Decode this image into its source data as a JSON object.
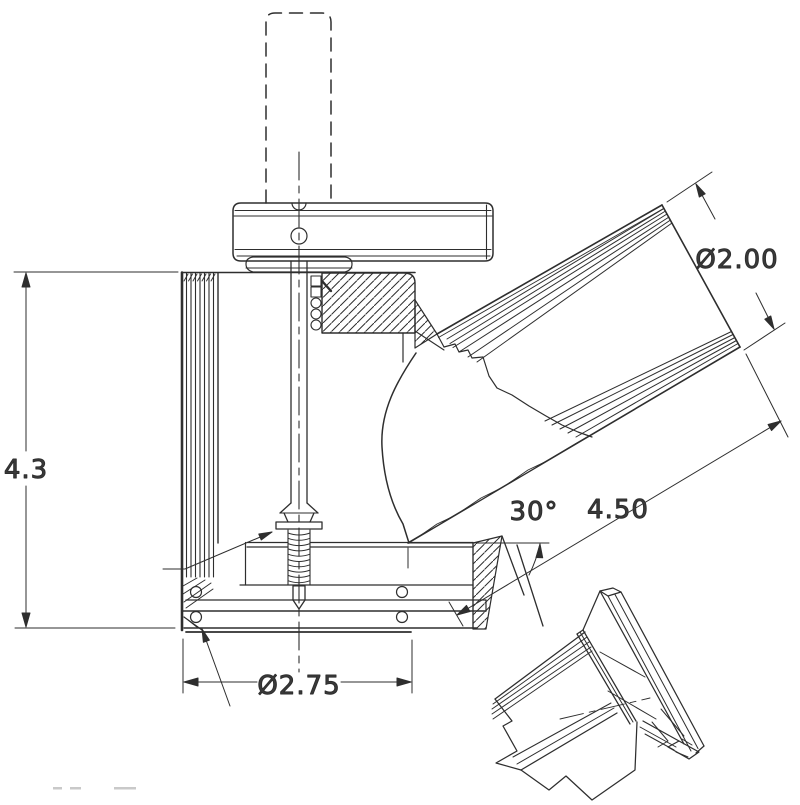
{
  "document": {
    "background_color": "#ffffff",
    "line_color": "#2e2e2e",
    "text_color": "#3a3a3a"
  },
  "dimensions": {
    "body_height": "4.3",
    "outlet_diameter": "Ø2.00",
    "branch_angle": "30°",
    "branch_length": "4.50",
    "body_diameter": "Ø2.75"
  }
}
